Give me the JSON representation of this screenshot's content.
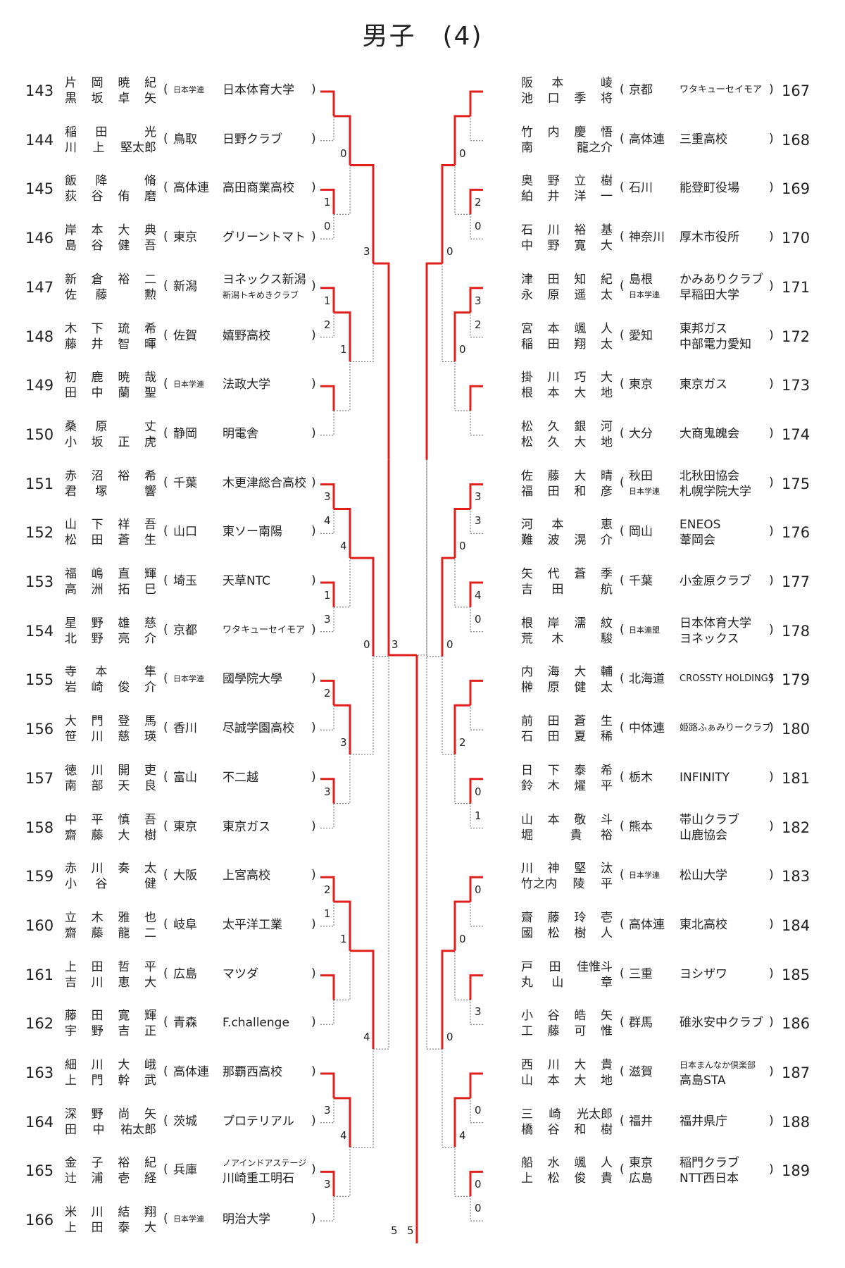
{
  "title": "男子　(4)",
  "left": [
    {
      "no": "143",
      "n1": [
        "片",
        "岡",
        "暁",
        "紀"
      ],
      "n2": [
        "黒",
        "坂",
        "卓",
        "矢"
      ],
      "pref": [
        "日本学連"
      ],
      "prefSmall": true,
      "club": [
        "日本体育大学"
      ]
    },
    {
      "no": "144",
      "n1": [
        "稲",
        "田",
        "",
        "光"
      ],
      "n2": [
        "川",
        "上",
        "堅太郎"
      ],
      "pref": [
        "鳥取"
      ],
      "club": [
        "日野クラブ"
      ]
    },
    {
      "no": "145",
      "n1": [
        "飯",
        "降",
        "",
        "脩"
      ],
      "n2": [
        "荻",
        "谷",
        "侑",
        "磨"
      ],
      "pref": [
        "高体連"
      ],
      "club": [
        "高田商業高校"
      ]
    },
    {
      "no": "146",
      "n1": [
        "岸",
        "本",
        "大",
        "典"
      ],
      "n2": [
        "島",
        "谷",
        "健",
        "吾"
      ],
      "pref": [
        "東京"
      ],
      "club": [
        "グリーントマト"
      ]
    },
    {
      "no": "147",
      "n1": [
        "新",
        "倉",
        "裕",
        "二"
      ],
      "n2": [
        "佐",
        "藤",
        "",
        "勲"
      ],
      "pref": [
        "新潟"
      ],
      "club": [
        "ヨネックス新潟",
        "新潟トキめきクラブ"
      ],
      "clubSecondSmall": true
    },
    {
      "no": "148",
      "n1": [
        "木",
        "下",
        "琉",
        "希"
      ],
      "n2": [
        "藤",
        "井",
        "智",
        "暉"
      ],
      "pref": [
        "佐賀"
      ],
      "club": [
        "嬉野高校"
      ]
    },
    {
      "no": "149",
      "n1": [
        "初",
        "鹿",
        "暁",
        "哉"
      ],
      "n2": [
        "田",
        "中",
        "蘭",
        "聖"
      ],
      "pref": [
        "日本学連"
      ],
      "prefSmall": true,
      "club": [
        "法政大学"
      ]
    },
    {
      "no": "150",
      "n1": [
        "桑",
        "原",
        "",
        "丈"
      ],
      "n2": [
        "小",
        "坂",
        "正",
        "虎"
      ],
      "pref": [
        "静岡"
      ],
      "club": [
        "明電舎"
      ]
    },
    {
      "no": "151",
      "n1": [
        "赤",
        "沼",
        "裕",
        "希"
      ],
      "n2": [
        "君",
        "塚",
        "",
        "響"
      ],
      "pref": [
        "千葉"
      ],
      "club": [
        "木更津総合高校"
      ]
    },
    {
      "no": "152",
      "n1": [
        "山",
        "下",
        "祥",
        "吾"
      ],
      "n2": [
        "松",
        "田",
        "蒼",
        "生"
      ],
      "pref": [
        "山口"
      ],
      "club": [
        "東ソー南陽"
      ]
    },
    {
      "no": "153",
      "n1": [
        "福",
        "嶋",
        "直",
        "輝"
      ],
      "n2": [
        "高",
        "洲",
        "拓",
        "巳"
      ],
      "pref": [
        "埼玉"
      ],
      "club": [
        "天草NTC"
      ]
    },
    {
      "no": "154",
      "n1": [
        "星",
        "野",
        "雄",
        "慈"
      ],
      "n2": [
        "北",
        "野",
        "亮",
        "介"
      ],
      "pref": [
        "京都"
      ],
      "club": [
        "ワタキューセイモア"
      ],
      "clubSmall": true
    },
    {
      "no": "155",
      "n1": [
        "寺",
        "本",
        "",
        "隼"
      ],
      "n2": [
        "岩",
        "崎",
        "俊",
        "介"
      ],
      "pref": [
        "日本学連"
      ],
      "prefSmall": true,
      "club": [
        "國學院大學"
      ]
    },
    {
      "no": "156",
      "n1": [
        "大",
        "門",
        "登",
        "馬"
      ],
      "n2": [
        "笹",
        "川",
        "慈",
        "瑛"
      ],
      "pref": [
        "香川"
      ],
      "club": [
        "尽誠学園高校"
      ]
    },
    {
      "no": "157",
      "n1": [
        "徳",
        "川",
        "開",
        "吏"
      ],
      "n2": [
        "南",
        "部",
        "天",
        "良"
      ],
      "pref": [
        "富山"
      ],
      "club": [
        "不二越"
      ]
    },
    {
      "no": "158",
      "n1": [
        "中",
        "平",
        "慎",
        "吾"
      ],
      "n2": [
        "齋",
        "藤",
        "大",
        "樹"
      ],
      "pref": [
        "東京"
      ],
      "club": [
        "東京ガス"
      ]
    },
    {
      "no": "159",
      "n1": [
        "赤",
        "川",
        "奏",
        "太"
      ],
      "n2": [
        "小",
        "谷",
        "",
        "健"
      ],
      "pref": [
        "大阪"
      ],
      "club": [
        "上宮高校"
      ]
    },
    {
      "no": "160",
      "n1": [
        "立",
        "木",
        "雅",
        "也"
      ],
      "n2": [
        "齋",
        "藤",
        "龍",
        "二"
      ],
      "pref": [
        "岐阜"
      ],
      "club": [
        "太平洋工業"
      ]
    },
    {
      "no": "161",
      "n1": [
        "上",
        "田",
        "哲",
        "平"
      ],
      "n2": [
        "吉",
        "川",
        "恵",
        "大"
      ],
      "pref": [
        "広島"
      ],
      "club": [
        "マツダ"
      ]
    },
    {
      "no": "162",
      "n1": [
        "藤",
        "田",
        "寛",
        "輝"
      ],
      "n2": [
        "宇",
        "野",
        "吉",
        "正"
      ],
      "pref": [
        "青森"
      ],
      "club": [
        "F.challenge"
      ]
    },
    {
      "no": "163",
      "n1": [
        "細",
        "川",
        "大",
        "峨"
      ],
      "n2": [
        "上",
        "門",
        "幹",
        "武"
      ],
      "pref": [
        "高体連"
      ],
      "club": [
        "那覇西高校"
      ]
    },
    {
      "no": "164",
      "n1": [
        "深",
        "野",
        "尚",
        "矢"
      ],
      "n2": [
        "田",
        "中",
        "祐太郎"
      ],
      "pref": [
        "茨城"
      ],
      "club": [
        "プロテリアル"
      ]
    },
    {
      "no": "165",
      "n1": [
        "金",
        "子",
        "裕",
        "紀"
      ],
      "n2": [
        "辻",
        "浦",
        "壱",
        "経"
      ],
      "pref": [
        "兵庫"
      ],
      "club": [
        "ノアインドアステージ",
        "川崎重工明石"
      ],
      "clubFirstSmall": true
    },
    {
      "no": "166",
      "n1": [
        "米",
        "川",
        "結",
        "翔"
      ],
      "n2": [
        "上",
        "田",
        "泰",
        "大"
      ],
      "pref": [
        "日本学連"
      ],
      "prefSmall": true,
      "club": [
        "明治大学"
      ]
    }
  ],
  "right": [
    {
      "no": "167",
      "n1": [
        "阪",
        "本",
        "",
        "崚"
      ],
      "n2": [
        "池",
        "口",
        "季",
        "将"
      ],
      "pref": [
        "京都"
      ],
      "club": [
        "ワタキューセイモア"
      ],
      "clubSmall": true
    },
    {
      "no": "168",
      "n1": [
        "竹",
        "内",
        "慶",
        "悟"
      ],
      "n2": [
        "南",
        "",
        "龍之介"
      ],
      "pref": [
        "高体連"
      ],
      "club": [
        "三重高校"
      ]
    },
    {
      "no": "169",
      "n1": [
        "奥",
        "野",
        "立",
        "樹"
      ],
      "n2": [
        "絈",
        "井",
        "洋",
        "一"
      ],
      "pref": [
        "石川"
      ],
      "club": [
        "能登町役場"
      ]
    },
    {
      "no": "170",
      "n1": [
        "石",
        "川",
        "裕",
        "基"
      ],
      "n2": [
        "中",
        "野",
        "寛",
        "大"
      ],
      "pref": [
        "神奈川"
      ],
      "club": [
        "厚木市役所"
      ]
    },
    {
      "no": "171",
      "n1": [
        "津",
        "田",
        "知",
        "紀"
      ],
      "n2": [
        "永",
        "原",
        "遥",
        "太"
      ],
      "pref": [
        "島根",
        "日本学連"
      ],
      "prefSecondSmall": true,
      "club": [
        "かみありクラブ",
        "早稲田大学"
      ]
    },
    {
      "no": "172",
      "n1": [
        "宮",
        "本",
        "颯",
        "人"
      ],
      "n2": [
        "稲",
        "田",
        "翔",
        "太"
      ],
      "pref": [
        "愛知"
      ],
      "club": [
        "東邦ガス",
        "中部電力愛知"
      ]
    },
    {
      "no": "173",
      "n1": [
        "掛",
        "川",
        "巧",
        "大"
      ],
      "n2": [
        "根",
        "本",
        "大",
        "地"
      ],
      "pref": [
        "東京"
      ],
      "club": [
        "東京ガス"
      ]
    },
    {
      "no": "174",
      "n1": [
        "松",
        "久",
        "銀",
        "河"
      ],
      "n2": [
        "松",
        "久",
        "大",
        "地"
      ],
      "pref": [
        "大分"
      ],
      "club": [
        "大商鬼魄会"
      ]
    },
    {
      "no": "175",
      "n1": [
        "佐",
        "藤",
        "大",
        "晴"
      ],
      "n2": [
        "福",
        "田",
        "和",
        "彦"
      ],
      "pref": [
        "秋田",
        "日本学連"
      ],
      "prefSecondSmall": true,
      "club": [
        "北秋田協会",
        "札幌学院大学"
      ]
    },
    {
      "no": "176",
      "n1": [
        "河",
        "本",
        "",
        "恵"
      ],
      "n2": [
        "難",
        "波",
        "滉",
        "介"
      ],
      "pref": [
        "岡山"
      ],
      "club": [
        "ENEOS",
        "葦岡会"
      ]
    },
    {
      "no": "177",
      "n1": [
        "矢",
        "代",
        "蒼",
        "季"
      ],
      "n2": [
        "吉",
        "田",
        "",
        "航"
      ],
      "pref": [
        "千葉"
      ],
      "club": [
        "小金原クラブ"
      ]
    },
    {
      "no": "178",
      "n1": [
        "根",
        "岸",
        "濡",
        "紋"
      ],
      "n2": [
        "荒",
        "木",
        "",
        "駿"
      ],
      "pref": [
        "日本連盟"
      ],
      "prefSmall": true,
      "club": [
        "日本体育大学",
        "ヨネックス"
      ]
    },
    {
      "no": "179",
      "n1": [
        "内",
        "海",
        "大",
        "輔"
      ],
      "n2": [
        "榊",
        "原",
        "健",
        "太"
      ],
      "pref": [
        "北海道"
      ],
      "club": [
        "CROSSTY HOLDINGS"
      ],
      "clubSmall": true
    },
    {
      "no": "180",
      "n1": [
        "前",
        "田",
        "蒼",
        "生"
      ],
      "n2": [
        "石",
        "田",
        "夏",
        "稀"
      ],
      "pref": [
        "中体連"
      ],
      "club": [
        "姫路ふぁみりークラブ"
      ],
      "clubSmall": true
    },
    {
      "no": "181",
      "n1": [
        "日",
        "下",
        "泰",
        "希"
      ],
      "n2": [
        "鈴",
        "木",
        "燿",
        "平"
      ],
      "pref": [
        "栃木"
      ],
      "club": [
        "INFINITY"
      ]
    },
    {
      "no": "182",
      "n1": [
        "山",
        "本",
        "敬",
        "斗"
      ],
      "n2": [
        "堀",
        "",
        "貴",
        "裕"
      ],
      "pref": [
        "熊本"
      ],
      "club": [
        "帯山クラブ",
        "山鹿協会"
      ]
    },
    {
      "no": "183",
      "n1": [
        "川",
        "神",
        "堅",
        "汰"
      ],
      "n2": [
        "竹之内",
        "陵",
        "平"
      ],
      "pref": [
        "日本学連"
      ],
      "prefSmall": true,
      "club": [
        "松山大学"
      ]
    },
    {
      "no": "184",
      "n1": [
        "齋",
        "藤",
        "玲",
        "壱"
      ],
      "n2": [
        "國",
        "松",
        "樹",
        "人"
      ],
      "pref": [
        "高体連"
      ],
      "club": [
        "東北高校"
      ]
    },
    {
      "no": "185",
      "n1": [
        "戸",
        "田",
        "佳惟斗"
      ],
      "n2": [
        "丸",
        "山",
        "",
        "章"
      ],
      "pref": [
        "三重"
      ],
      "club": [
        "ヨシザワ"
      ]
    },
    {
      "no": "186",
      "n1": [
        "小",
        "谷",
        "皓",
        "矢"
      ],
      "n2": [
        "工",
        "藤",
        "可",
        "惟"
      ],
      "pref": [
        "群馬"
      ],
      "club": [
        "碓氷安中クラブ"
      ]
    },
    {
      "no": "187",
      "n1": [
        "西",
        "川",
        "大",
        "貴"
      ],
      "n2": [
        "山",
        "本",
        "大",
        "地"
      ],
      "pref": [
        "滋賀"
      ],
      "club": [
        "日本まんなか倶楽部",
        "高島STA"
      ],
      "clubFirstSmall": true
    },
    {
      "no": "188",
      "n1": [
        "三",
        "崎",
        "光太郎"
      ],
      "n2": [
        "橋",
        "谷",
        "和",
        "樹"
      ],
      "pref": [
        "福井"
      ],
      "club": [
        "福井県庁"
      ]
    },
    {
      "no": "189",
      "n1": [
        "船",
        "水",
        "颯",
        "人"
      ],
      "n2": [
        "上",
        "松",
        "俊",
        "貴"
      ],
      "pref": [
        "東京",
        "広島"
      ],
      "club": [
        "稲門クラブ",
        "NTT西日本"
      ]
    }
  ],
  "left_r1": [
    {
      "a": "",
      "b": ""
    },
    {
      "a": "1",
      "b": "0"
    },
    {
      "a": "1",
      "b": "2"
    },
    {
      "a": "",
      "b": ""
    },
    {
      "a": "3",
      "b": "4"
    },
    {
      "a": "1",
      "b": "3"
    },
    {
      "a": "2",
      "b": ""
    },
    {
      "a": "3",
      "b": ""
    },
    {
      "a": "2",
      "b": "1"
    },
    {
      "a": "",
      "b": ""
    },
    {
      "a": "",
      "b": "3"
    },
    {
      "a": "3",
      "b": ""
    }
  ],
  "left_r2": [
    "0",
    "1",
    "4",
    "3",
    "1",
    "4",
    "4",
    "3"
  ],
  "left_r3": [
    "3",
    "0",
    "4",
    ""
  ],
  "right_r1": [
    {
      "a": "",
      "b": ""
    },
    {
      "a": "2",
      "b": "0"
    },
    {
      "a": "3",
      "b": "2"
    },
    {
      "a": "",
      "b": ""
    },
    {
      "a": "3",
      "b": "3"
    },
    {
      "a": "4",
      "b": "0"
    },
    {
      "a": "",
      "b": ""
    },
    {
      "a": "0",
      "b": "1"
    },
    {
      "a": "0",
      "b": ""
    },
    {
      "a": "",
      "b": "3"
    },
    {
      "a": "",
      "b": "0"
    },
    {
      "a": "0",
      "b": "0"
    }
  ],
  "right_r2": [
    "0",
    "0",
    "0",
    "2",
    "0",
    "4",
    "3",
    "0"
  ],
  "right_r3": [
    "0",
    "0",
    "0",
    ""
  ],
  "final": {
    "lscore": "3",
    "l_top": "5",
    "r_top": "5"
  }
}
